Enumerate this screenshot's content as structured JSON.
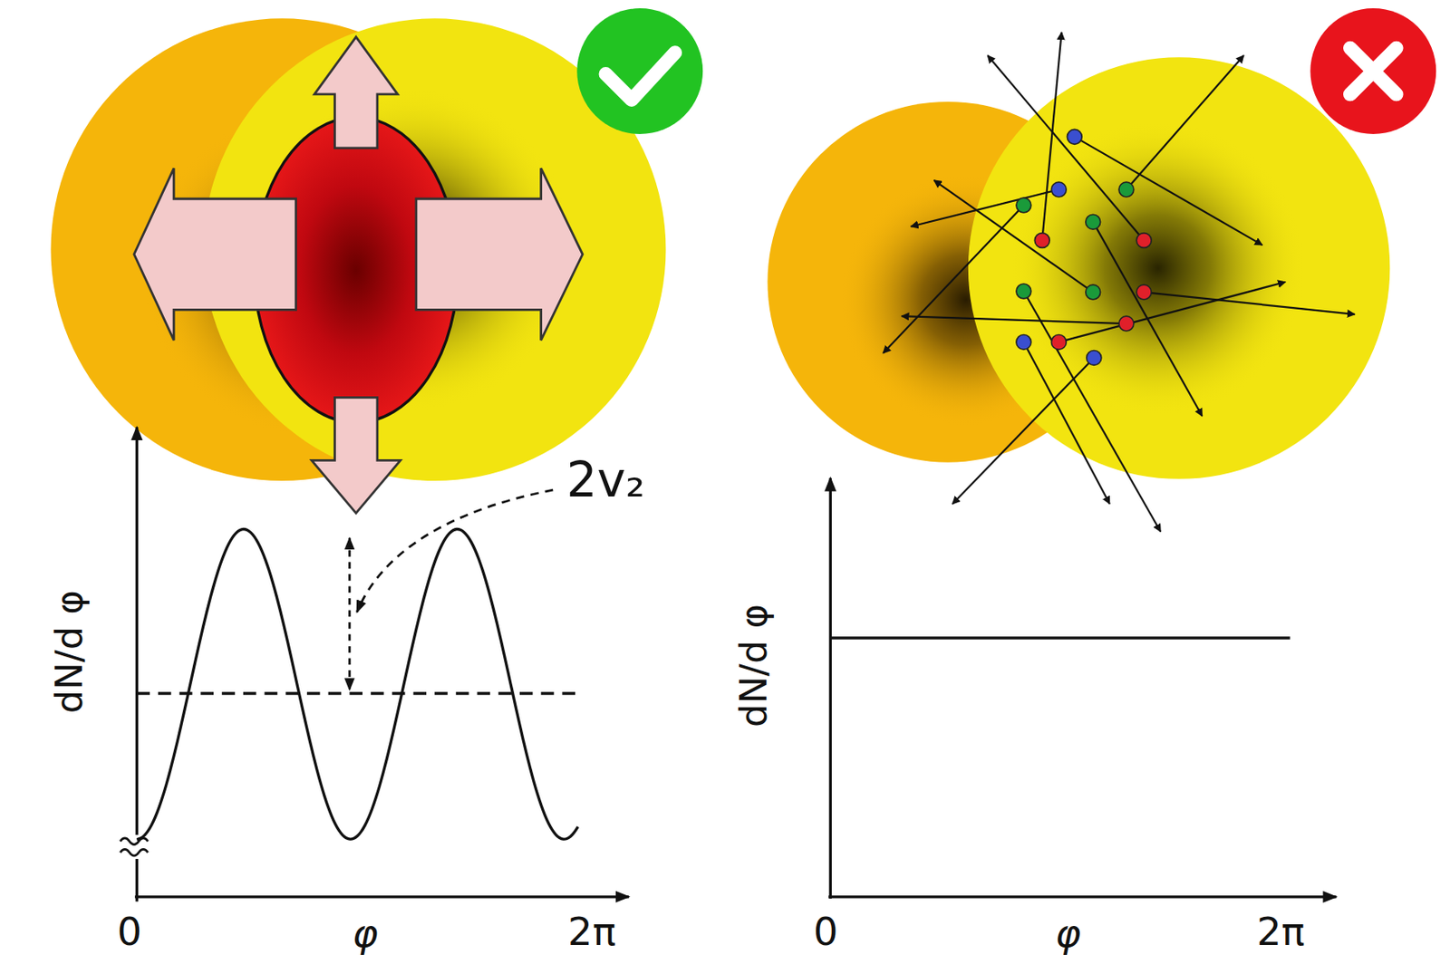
{
  "diagram": {
    "labels": [
      "2v₂",
      "dN/d φ",
      "0",
      "φ",
      "2π",
      "dN/d φ",
      "0",
      "φ",
      "2π"
    ]
  }
}
